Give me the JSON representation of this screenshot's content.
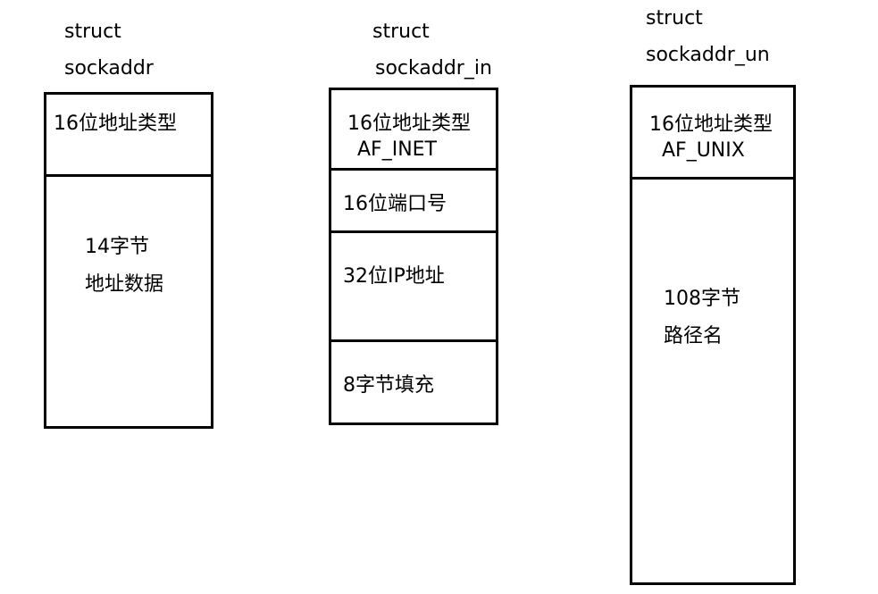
{
  "structs": [
    {
      "name_line1": "struct",
      "name_line2": "sockaddr",
      "fields": [
        {
          "line1": "16位地址类型",
          "line2": ""
        },
        {
          "line1": "14字节",
          "line2": "地址数据"
        }
      ]
    },
    {
      "name_line1": "struct",
      "name_line2": "sockaddr_in",
      "fields": [
        {
          "line1": "16位地址类型",
          "line2": "AF_INET"
        },
        {
          "line1": "16位端口号",
          "line2": ""
        },
        {
          "line1": "32位IP地址",
          "line2": ""
        },
        {
          "line1": "8字节填充",
          "line2": ""
        }
      ]
    },
    {
      "name_line1": "struct",
      "name_line2": "sockaddr_un",
      "fields": [
        {
          "line1": "16位地址类型",
          "line2": "AF_UNIX"
        },
        {
          "line1": "108字节",
          "line2": "路径名"
        }
      ]
    }
  ]
}
